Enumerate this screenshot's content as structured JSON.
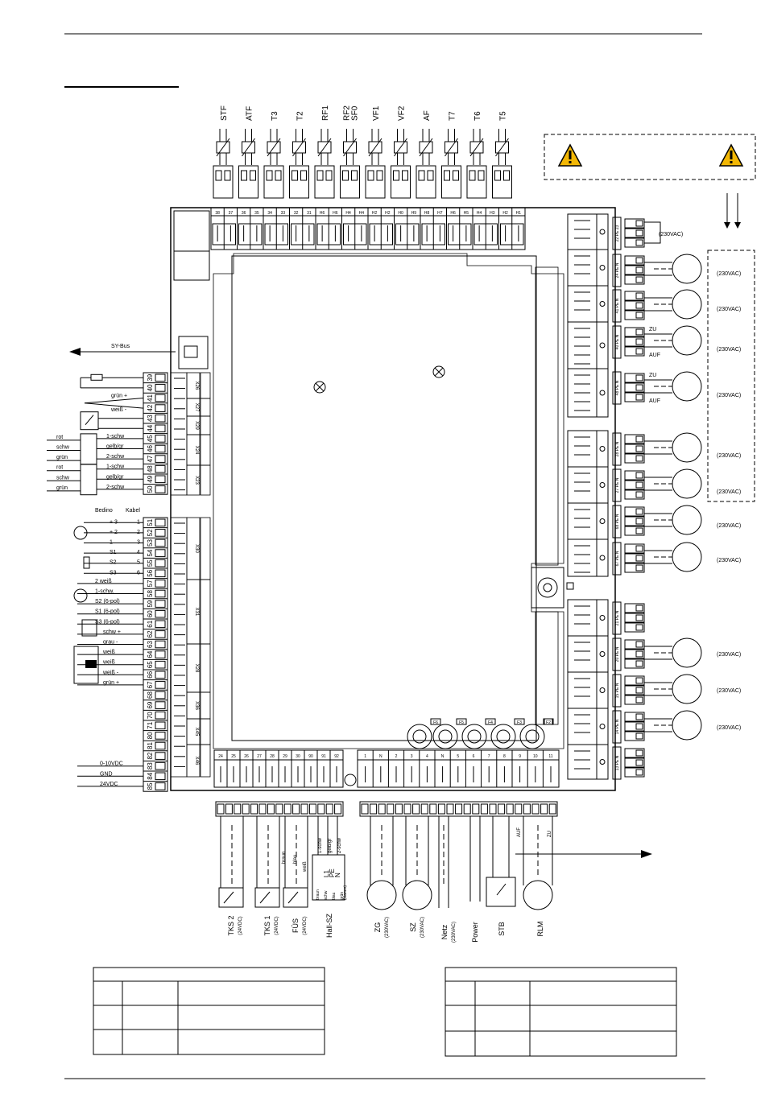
{
  "sensors": [
    "STF",
    "ATF",
    "T3",
    "T2",
    "RF1",
    "RF2\nSF0",
    "VF1",
    "VF2",
    "AF",
    "T7",
    "T6",
    "T5"
  ],
  "top_terminal_numbers": [
    "38",
    "37",
    "36",
    "35",
    "34",
    "33",
    "32",
    "31",
    "H6",
    "H6",
    "H4",
    "H4",
    "H2",
    "H2",
    "H0",
    "H9",
    "H8",
    "H7",
    "H6",
    "H5",
    "H4",
    "H3",
    "H2",
    "H1"
  ],
  "sy_bus_label": "SY-Bus",
  "left_wire_labels": {
    "group1": [
      "grün +",
      "weiß -"
    ],
    "group2": [
      "rot",
      "schw",
      "grün",
      "1-schw",
      "gelb/gr",
      "2-schw"
    ],
    "group3": [
      "rot",
      "schw",
      "grün",
      "1-schw",
      "gelb/gr",
      "2-schw"
    ],
    "bedino": "Bedino",
    "kabel": "Kabel",
    "bedino_rows": [
      [
        "+ 3",
        "1"
      ],
      [
        "+ 2",
        "2"
      ],
      [
        "1",
        "3"
      ],
      [
        "S1",
        "4"
      ],
      [
        "S2",
        "5"
      ],
      [
        "S3",
        "6"
      ]
    ],
    "lower_rows": [
      "2 weiß",
      "1-schw.",
      "S2   (6-pol)",
      "S1   (6-pol)",
      "S3   (6-pol)",
      "schw +",
      "grau -",
      "weiß",
      "weiß",
      "weiß -",
      "grün +"
    ],
    "analog": [
      "0-10VDC",
      "GND",
      "24VDC"
    ]
  },
  "left_terminal_numbers": [
    "39",
    "40",
    "41",
    "42",
    "43",
    "44",
    "45",
    "46",
    "47",
    "48",
    "49",
    "50",
    "51",
    "52",
    "53",
    "54",
    "55",
    "56",
    "57",
    "58",
    "59",
    "60",
    "61",
    "62",
    "63",
    "64",
    "65",
    "66",
    "67",
    "68",
    "69",
    "70",
    "71",
    "80",
    "81",
    "82",
    "83",
    "84",
    "85"
  ],
  "connector_labels": [
    "X26",
    "X27",
    "X29",
    "X24",
    "X23",
    "X30",
    "X31",
    "X28",
    "X36",
    "X45",
    "X46"
  ],
  "right_outputs": {
    "voltage_label": "(230VAC)",
    "zu": "ZU",
    "auf": "AUF",
    "row_labels": [
      "22 PE 23",
      "24 PE N",
      "41 PE N",
      "40 PE N",
      "48 PE N",
      "28 PE N",
      "27 PE N",
      "68 PE N",
      "67 PE N",
      "21 PE N",
      "20 PE N",
      "15 PE N",
      "14 PE N",
      "13 PE N"
    ]
  },
  "bottom_labels": {
    "tks2": "TKS 2",
    "tks1": "TKS 1",
    "fus": "FÜS",
    "v24": "(24VDC)",
    "hallsz": "Hall-SZ",
    "zg": "ZG",
    "sz": "SZ",
    "netz": "Netz",
    "power": "Power",
    "stb": "STB",
    "rlm": "RLM",
    "v230": "(230VAC)",
    "wire_braun": "braun",
    "wire_blau": "blau",
    "wire_weiss": "weiß",
    "hall_wires": [
      "1-schw",
      "gelb/gr",
      "2-schw"
    ],
    "hall_codes": [
      "braun",
      "schw",
      "blau",
      "grün"
    ],
    "hall_net": [
      "L1",
      "PE",
      "N"
    ],
    "hamm": "(Hamm)",
    "auf": "AUF",
    "zu": "ZU"
  },
  "bottom_terminal_numbers": [
    "24",
    "25",
    "26",
    "27",
    "28",
    "29",
    "30",
    "90",
    "91",
    "92",
    "1",
    "N",
    "2",
    "3",
    "4",
    "N",
    "5",
    "6",
    "7",
    "8",
    "9",
    "10",
    "11"
  ],
  "fuses": [
    "F6",
    "F5",
    "F4",
    "F3",
    "F2"
  ],
  "colors": {
    "line": "#000000",
    "warning": "#f2b705"
  }
}
